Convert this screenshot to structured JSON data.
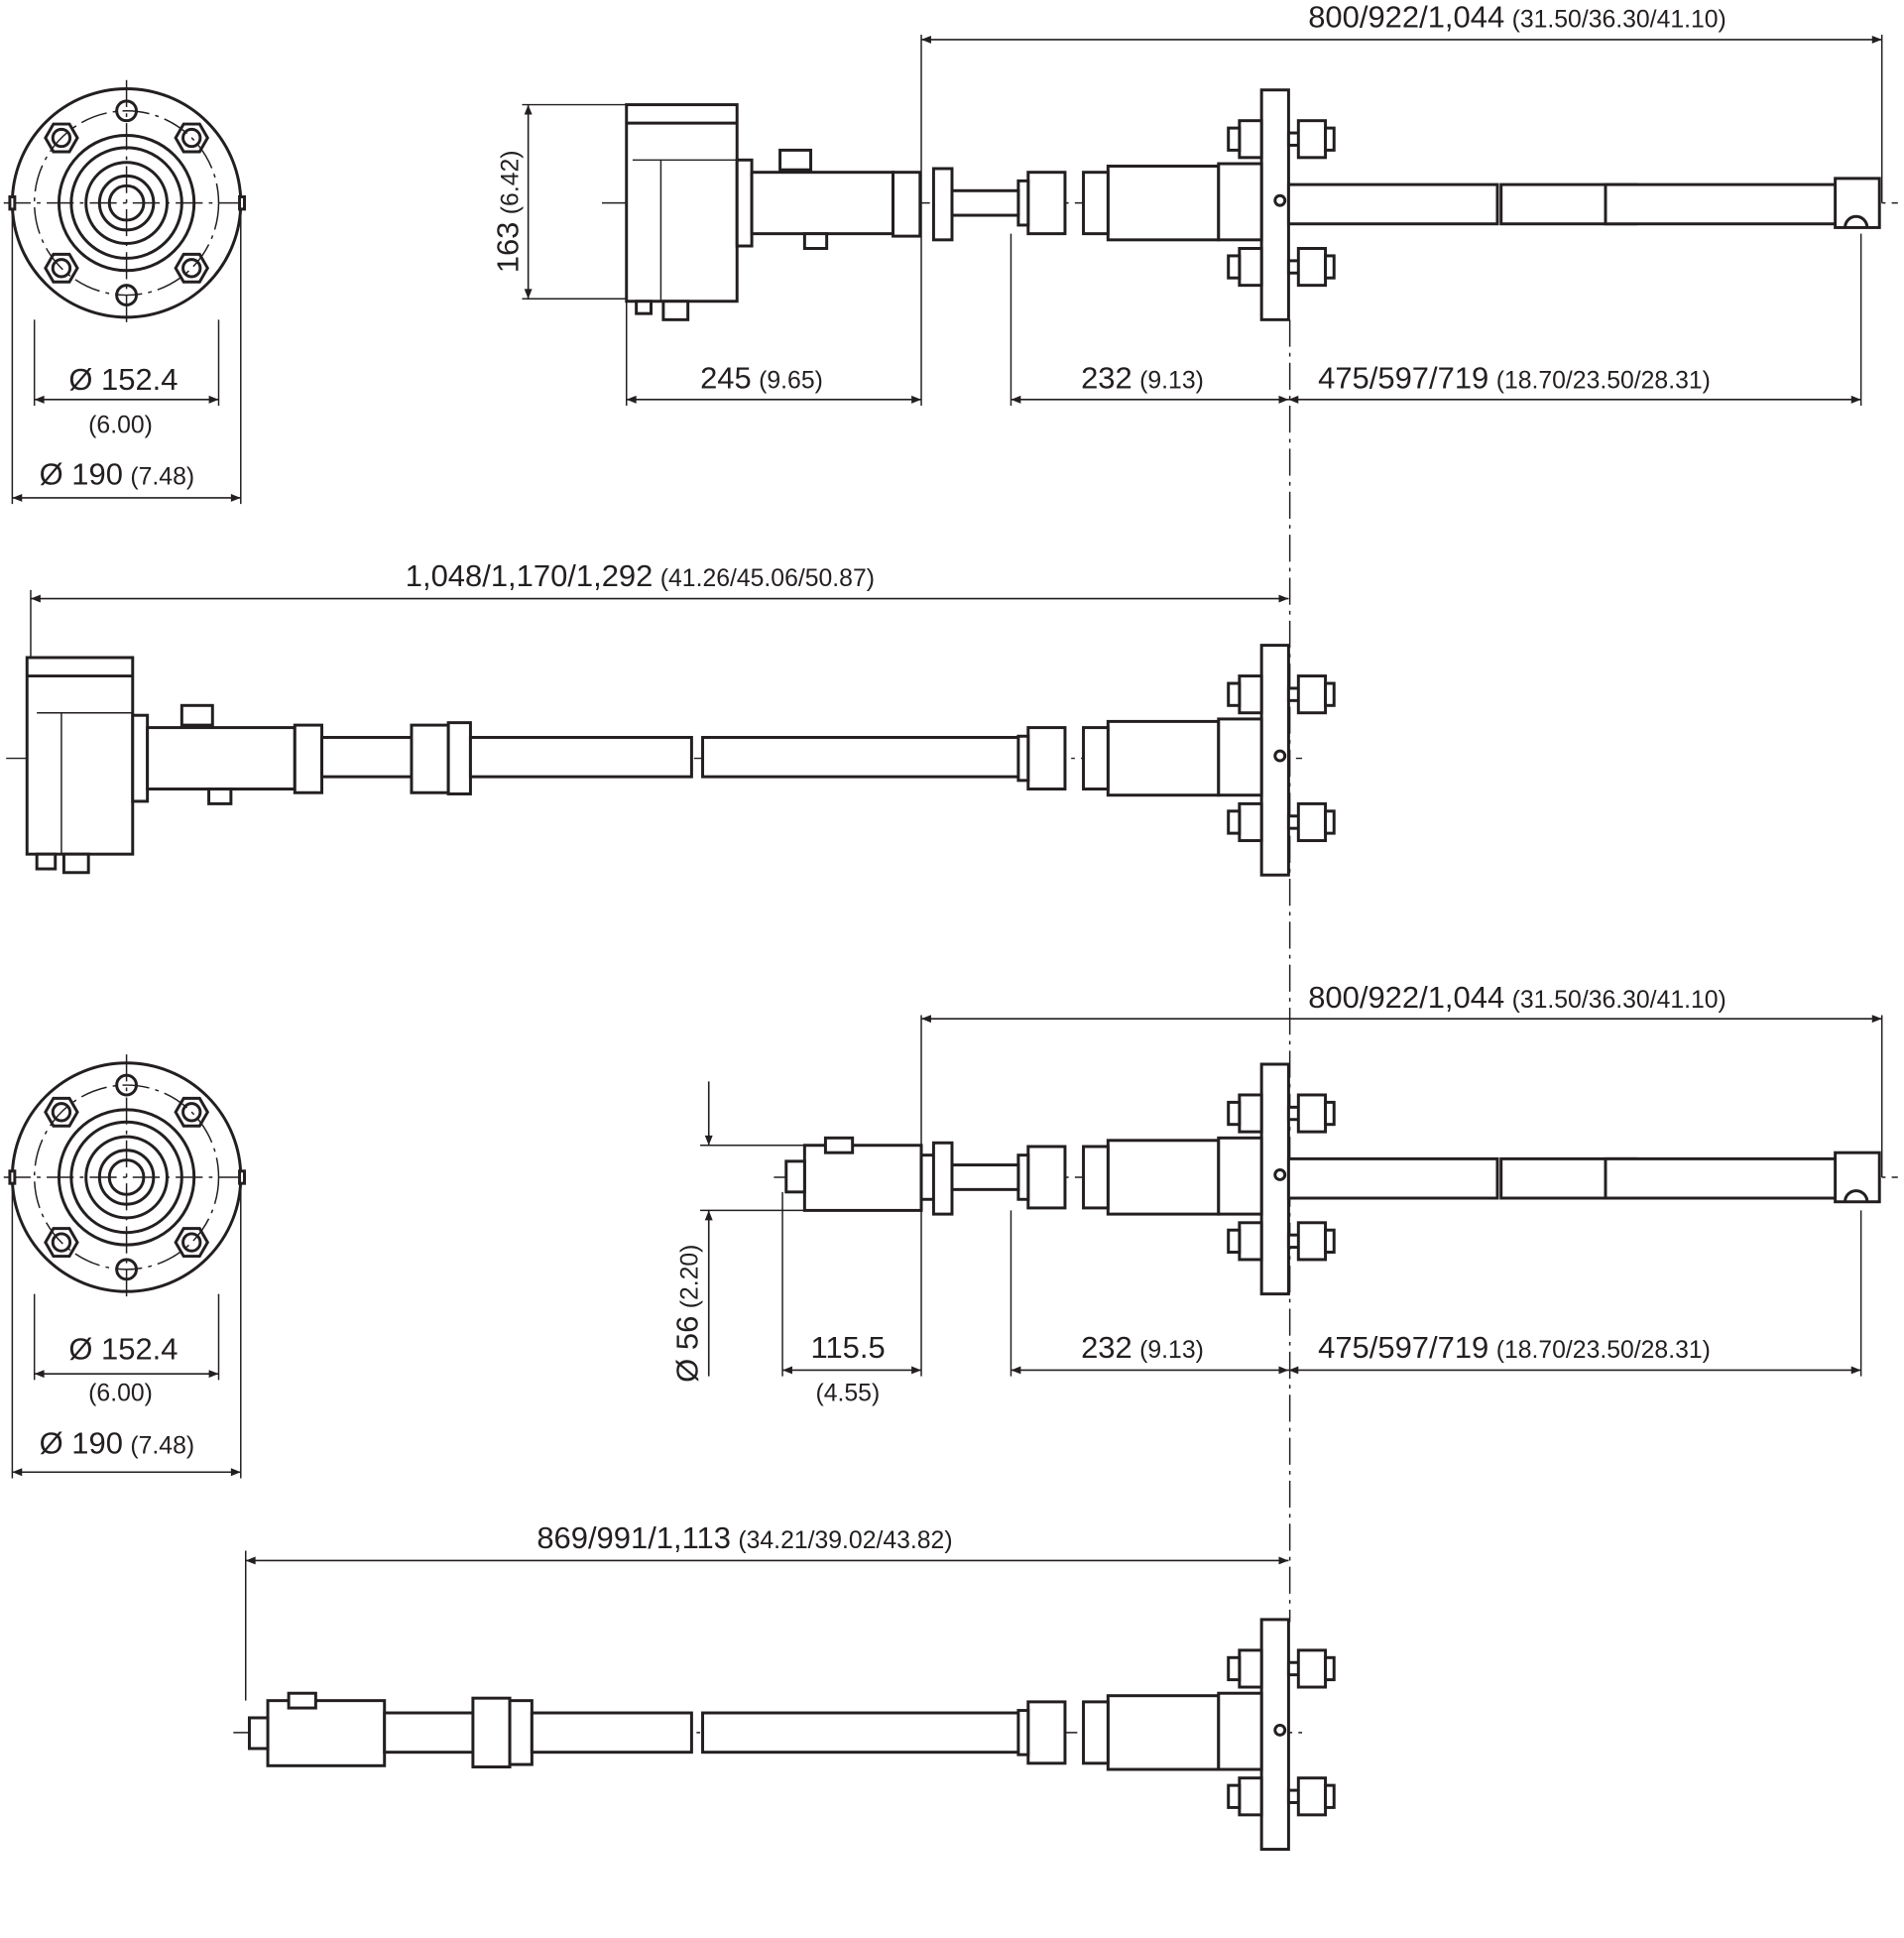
{
  "drawing": {
    "view1": {
      "front": {
        "inner_dia": "Ø 152.4",
        "inner_dia_in": "(6.00)",
        "outer_dia": "Ø 190",
        "outer_dia_in": "(7.48)"
      },
      "overall": {
        "mm": "800/922/1,044",
        "in": "(31.50/36.30/41.10)"
      },
      "height": {
        "mm": "163",
        "in": "(6.42)"
      },
      "housing": {
        "mm": "245",
        "in": "(9.65)"
      },
      "mount": {
        "mm": "232",
        "in": "(9.13)"
      },
      "probe": {
        "mm": "475/597/719",
        "in": "(18.70/23.50/28.31)"
      }
    },
    "view2": {
      "overall": {
        "mm": "1,048/1,170/1,292",
        "in": "(41.26/45.06/50.87)"
      }
    },
    "view3": {
      "front": {
        "inner_dia": "Ø 152.4",
        "inner_dia_in": "(6.00)",
        "outer_dia": "Ø 190",
        "outer_dia_in": "(7.48)"
      },
      "overall": {
        "mm": "800/922/1,044",
        "in": "(31.50/36.30/41.10)"
      },
      "head_dia": {
        "mm": "Ø 56",
        "in": "(2.20)"
      },
      "head": {
        "mm": "115.5",
        "in": "(4.55)"
      },
      "mount": {
        "mm": "232",
        "in": "(9.13)"
      },
      "probe": {
        "mm": "475/597/719",
        "in": "(18.70/23.50/28.31)"
      }
    },
    "view4": {
      "overall": {
        "mm": "869/991/1,113",
        "in": "(34.21/39.02/43.82)"
      }
    }
  }
}
